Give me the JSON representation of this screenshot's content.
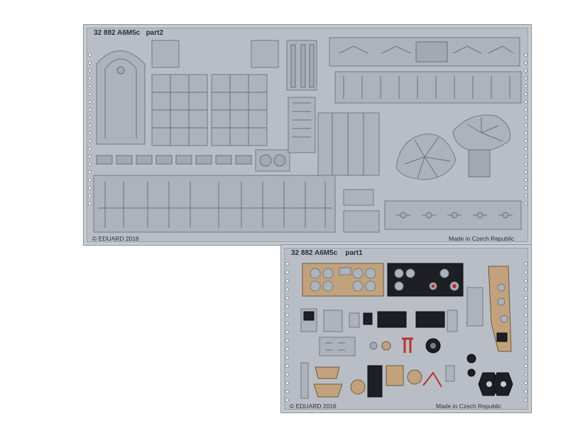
{
  "frets": {
    "part2": {
      "title": "32 882 A6M5c   part2",
      "copyright": "© EDUARD 2016",
      "made_in": "Made in Czech Republic"
    },
    "part1": {
      "title": "32 882 A6M5c    part1",
      "copyright": "© EDUARD 2016",
      "made_in": "Made in Czech Republic"
    }
  },
  "colors": {
    "fret_metal": "#b9bec6",
    "prepainted_tan": "#c2a27c",
    "prepainted_black": "#1d1f24",
    "background": "#ffffff"
  }
}
